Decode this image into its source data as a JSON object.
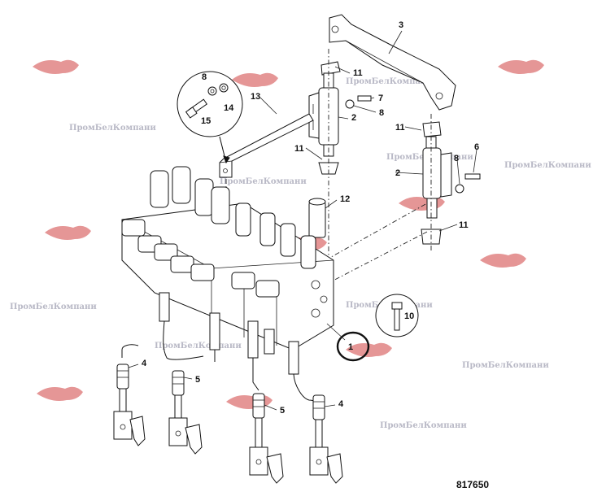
{
  "figure_number": "817650",
  "watermark_text": "ПромБелКомпани",
  "highlight_color": "#111111",
  "watermark_color": "#b9b9c6",
  "logo_color": "#d04040",
  "callouts": [
    {
      "id": "c1",
      "label": "1",
      "circled": true
    },
    {
      "id": "c2a",
      "label": "2"
    },
    {
      "id": "c2b",
      "label": "2"
    },
    {
      "id": "c3",
      "label": "3"
    },
    {
      "id": "c4a",
      "label": "4"
    },
    {
      "id": "c4b",
      "label": "4"
    },
    {
      "id": "c5a",
      "label": "5"
    },
    {
      "id": "c5b",
      "label": "5"
    },
    {
      "id": "c6",
      "label": "6"
    },
    {
      "id": "c7",
      "label": "7"
    },
    {
      "id": "c8a",
      "label": "8"
    },
    {
      "id": "c8b",
      "label": "8"
    },
    {
      "id": "c8c",
      "label": "8"
    },
    {
      "id": "c10",
      "label": "10"
    },
    {
      "id": "c11a",
      "label": "11"
    },
    {
      "id": "c11b",
      "label": "11"
    },
    {
      "id": "c11c",
      "label": "11"
    },
    {
      "id": "c11d",
      "label": "11"
    },
    {
      "id": "c12",
      "label": "12"
    },
    {
      "id": "c13",
      "label": "13"
    },
    {
      "id": "c14",
      "label": "14"
    },
    {
      "id": "c15",
      "label": "15"
    }
  ]
}
